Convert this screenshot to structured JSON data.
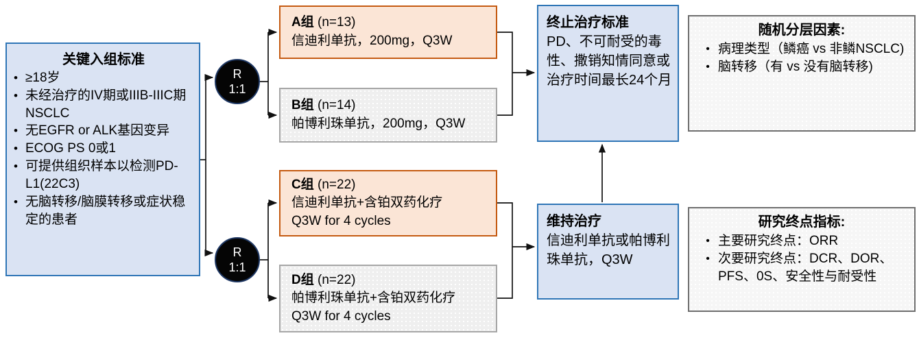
{
  "inclusion": {
    "title": "关键入组标准",
    "bullets": [
      "≥18岁",
      "未经治疗的IV期或IIIB-IIIC期NSCLC",
      "无EGFR or ALK基因变异",
      "ECOG PS 0或1",
      "可提供组织样本以检测PD-L1(22C3)",
      "无脑转移/脑膜转移或症状稳定的患者"
    ]
  },
  "randomizers": [
    {
      "top": "R",
      "bottom": "1:1"
    },
    {
      "top": "R",
      "bottom": "1:1"
    }
  ],
  "arms": [
    {
      "label": "A组",
      "n": " (n=13)",
      "line1": "信迪利单抗，200mg，Q3W",
      "line2": ""
    },
    {
      "label": "B组",
      "n": " (n=14)",
      "line1": "帕博利珠单抗，200mg，Q3W",
      "line2": ""
    },
    {
      "label": "C组",
      "n": " (n=22)",
      "line1": "信迪利单抗+含铂双药化疗",
      "line2": "Q3W for 4 cycles"
    },
    {
      "label": "D组",
      "n": " (n=22)",
      "line1": "帕博利珠单抗+含铂双药化疗",
      "line2": "Q3W for 4 cycles"
    }
  ],
  "stop": {
    "title": "终止治疗标准",
    "body": "PD、不可耐受的毒性、撒销知情同意或治疗时间最长24个月"
  },
  "maintenance": {
    "title": "维持治疗",
    "body": "信迪利单抗或帕博利珠单抗，Q3W"
  },
  "stratification": {
    "title": "随机分层因素:",
    "bullets": [
      "病理类型（鳞癌 vs 非鳞NSCLC)",
      "脑转移（有 vs 没有脑转移)"
    ]
  },
  "endpoints": {
    "title": "研究终点指标:",
    "bullets": [
      "主要研究终点：ORR",
      "次要研究终点：DCR、DOR、PFS、0S、安全性与耐受性"
    ]
  },
  "colors": {
    "blue_fill": "#dae3f3",
    "blue_border": "#2e75b6",
    "orange_fill": "#fbe5d6",
    "orange_border": "#c55a11",
    "gray_fill": "#efefef",
    "gray_border": "#a6a6a6",
    "outline_border": "#6e6e6e",
    "circle_fill": "#050505",
    "connector": "#111111"
  }
}
